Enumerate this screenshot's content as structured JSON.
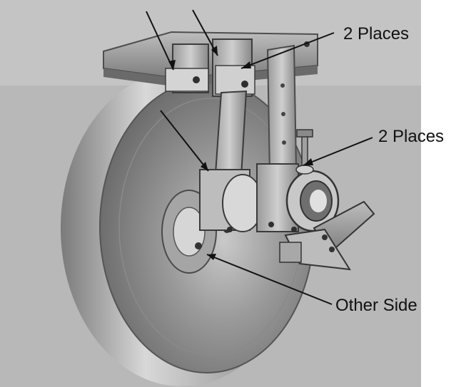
{
  "figure": {
    "description_hidden": "",
    "callouts": {
      "top_right": "2 Places",
      "middle_right": "2 Places",
      "bottom": "Other Side"
    }
  }
}
